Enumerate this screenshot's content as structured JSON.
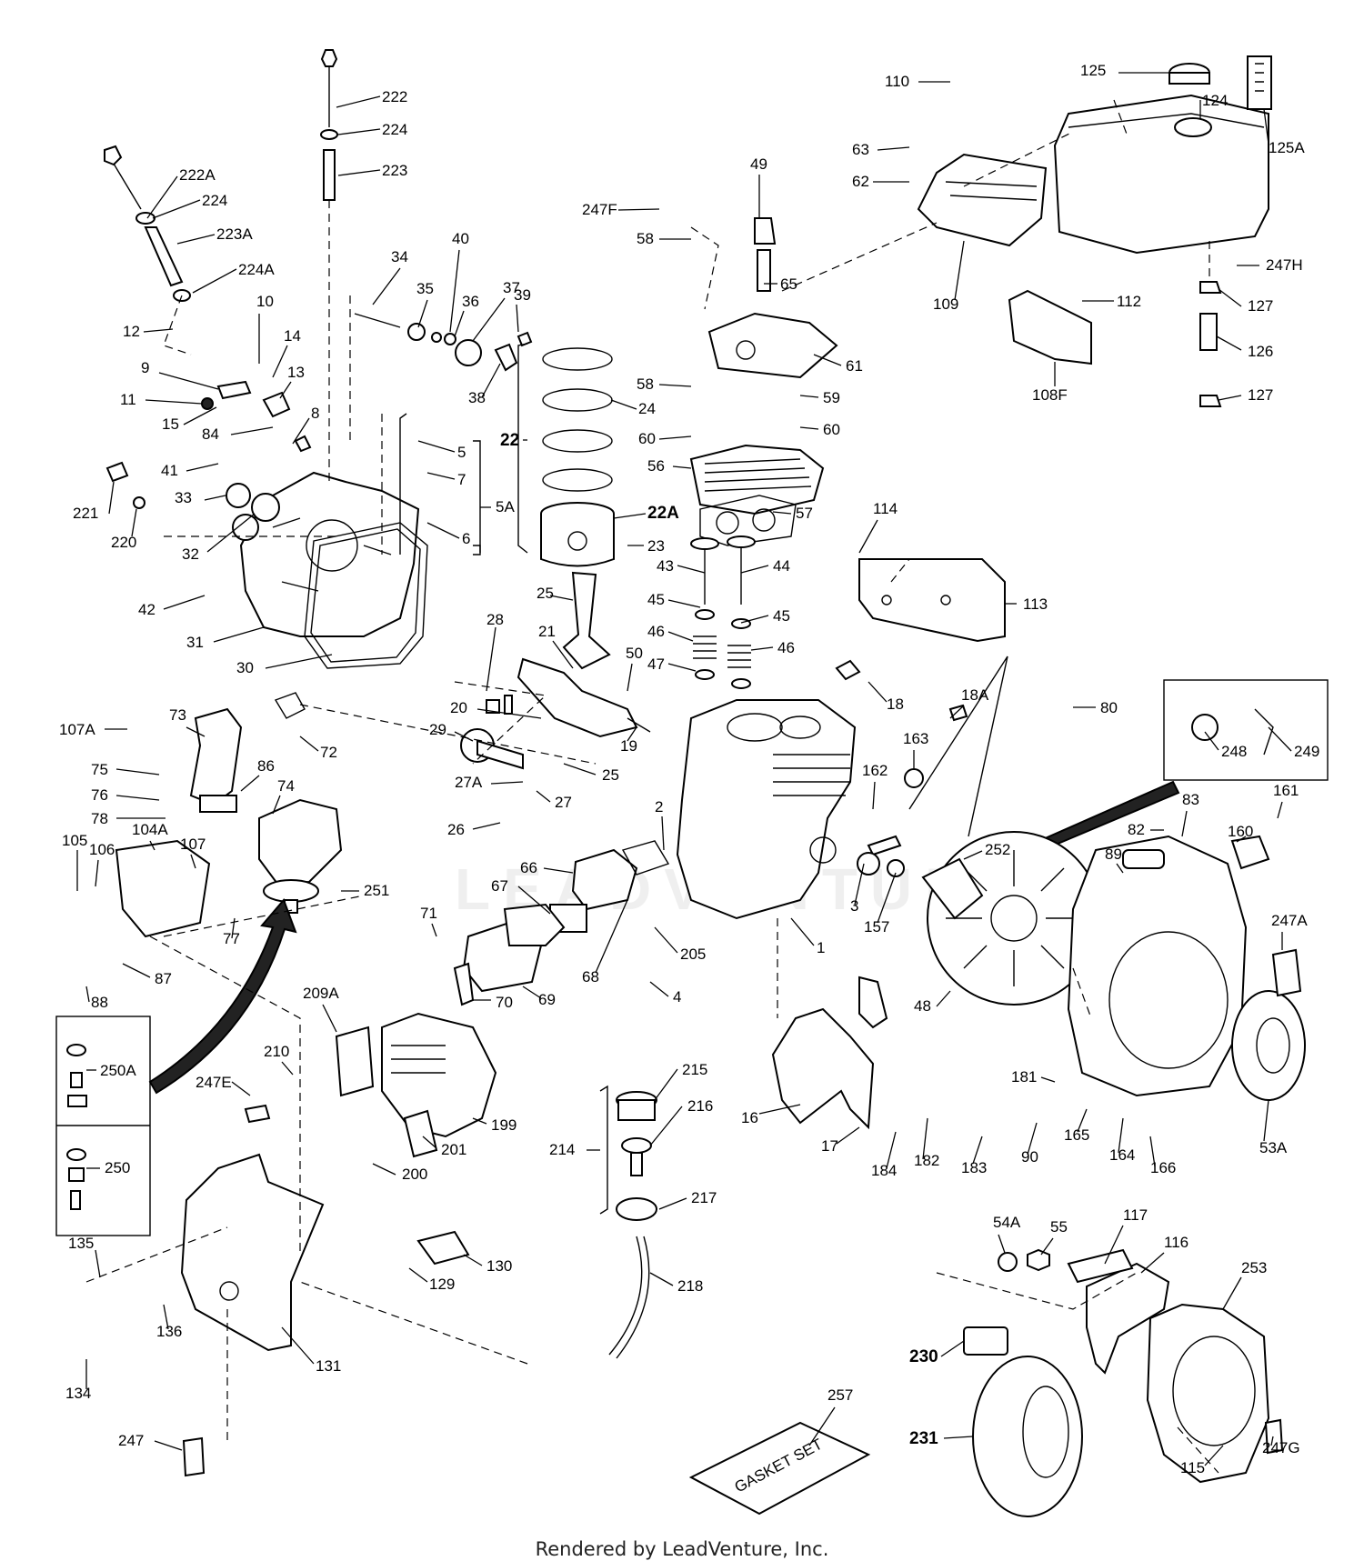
{
  "footer": "Rendered by LeadVenture, Inc.",
  "watermark": "LEADVENTURE",
  "gasket_set_label": "GASKET SET",
  "callouts": [
    {
      "id": "c222",
      "text": "222"
    },
    {
      "id": "c224a",
      "text": "224"
    },
    {
      "id": "c223",
      "text": "223"
    },
    {
      "id": "c222A",
      "text": "222A"
    },
    {
      "id": "c224b",
      "text": "224"
    },
    {
      "id": "c223A",
      "text": "223A"
    },
    {
      "id": "c224A",
      "text": "224A"
    },
    {
      "id": "c10",
      "text": "10"
    },
    {
      "id": "c12",
      "text": "12"
    },
    {
      "id": "c14",
      "text": "14"
    },
    {
      "id": "c9",
      "text": "9"
    },
    {
      "id": "c13",
      "text": "13"
    },
    {
      "id": "c11",
      "text": "11"
    },
    {
      "id": "c15",
      "text": "15"
    },
    {
      "id": "c84",
      "text": "84"
    },
    {
      "id": "c8",
      "text": "8"
    },
    {
      "id": "c41",
      "text": "41"
    },
    {
      "id": "c33",
      "text": "33"
    },
    {
      "id": "c221",
      "text": "221"
    },
    {
      "id": "c220",
      "text": "220"
    },
    {
      "id": "c32",
      "text": "32"
    },
    {
      "id": "c42",
      "text": "42"
    },
    {
      "id": "c31",
      "text": "31"
    },
    {
      "id": "c30",
      "text": "30"
    },
    {
      "id": "c34",
      "text": "34"
    },
    {
      "id": "c40",
      "text": "40"
    },
    {
      "id": "c35",
      "text": "35"
    },
    {
      "id": "c36",
      "text": "36"
    },
    {
      "id": "c37",
      "text": "37"
    },
    {
      "id": "c39",
      "text": "39"
    },
    {
      "id": "c38",
      "text": "38"
    },
    {
      "id": "c5",
      "text": "5"
    },
    {
      "id": "c7",
      "text": "7"
    },
    {
      "id": "c5A",
      "text": "5A"
    },
    {
      "id": "c6",
      "text": "6"
    },
    {
      "id": "c24",
      "text": "24"
    },
    {
      "id": "c22",
      "text": "22"
    },
    {
      "id": "c22A",
      "text": "22A"
    },
    {
      "id": "c23",
      "text": "23"
    },
    {
      "id": "c25a",
      "text": "25"
    },
    {
      "id": "c21",
      "text": "21"
    },
    {
      "id": "c28",
      "text": "28"
    },
    {
      "id": "c50",
      "text": "50"
    },
    {
      "id": "c20",
      "text": "20"
    },
    {
      "id": "c29",
      "text": "29"
    },
    {
      "id": "c19",
      "text": "19"
    },
    {
      "id": "c25b",
      "text": "25"
    },
    {
      "id": "c27A",
      "text": "27A"
    },
    {
      "id": "c27",
      "text": "27"
    },
    {
      "id": "c26",
      "text": "26"
    },
    {
      "id": "c49",
      "text": "49"
    },
    {
      "id": "c247F",
      "text": "247F"
    },
    {
      "id": "c58a",
      "text": "58"
    },
    {
      "id": "c65",
      "text": "65"
    },
    {
      "id": "c61",
      "text": "61"
    },
    {
      "id": "c58b",
      "text": "58"
    },
    {
      "id": "c59",
      "text": "59"
    },
    {
      "id": "c60a",
      "text": "60"
    },
    {
      "id": "c60b",
      "text": "60"
    },
    {
      "id": "c56",
      "text": "56"
    },
    {
      "id": "c57",
      "text": "57"
    },
    {
      "id": "c43",
      "text": "43"
    },
    {
      "id": "c44",
      "text": "44"
    },
    {
      "id": "c45a",
      "text": "45"
    },
    {
      "id": "c45b",
      "text": "45"
    },
    {
      "id": "c46a",
      "text": "46"
    },
    {
      "id": "c46b",
      "text": "46"
    },
    {
      "id": "c47",
      "text": "47"
    },
    {
      "id": "c110",
      "text": "110"
    },
    {
      "id": "c63",
      "text": "63"
    },
    {
      "id": "c62",
      "text": "62"
    },
    {
      "id": "c109",
      "text": "109"
    },
    {
      "id": "c125",
      "text": "125"
    },
    {
      "id": "c124",
      "text": "124"
    },
    {
      "id": "c125A",
      "text": "125A"
    },
    {
      "id": "c247H",
      "text": "247H"
    },
    {
      "id": "c112",
      "text": "112"
    },
    {
      "id": "c127a",
      "text": "127"
    },
    {
      "id": "c126",
      "text": "126"
    },
    {
      "id": "c127b",
      "text": "127"
    },
    {
      "id": "c108F",
      "text": "108F"
    },
    {
      "id": "c114",
      "text": "114"
    },
    {
      "id": "c113",
      "text": "113"
    },
    {
      "id": "c18",
      "text": "18"
    },
    {
      "id": "c18A",
      "text": "18A"
    },
    {
      "id": "c80",
      "text": "80"
    },
    {
      "id": "c248",
      "text": "248"
    },
    {
      "id": "c249",
      "text": "249"
    },
    {
      "id": "c163",
      "text": "163"
    },
    {
      "id": "c162",
      "text": "162"
    },
    {
      "id": "c83",
      "text": "83"
    },
    {
      "id": "c161",
      "text": "161"
    },
    {
      "id": "c82",
      "text": "82"
    },
    {
      "id": "c160",
      "text": "160"
    },
    {
      "id": "c252",
      "text": "252"
    },
    {
      "id": "c89",
      "text": "89"
    },
    {
      "id": "c3",
      "text": "3"
    },
    {
      "id": "c157",
      "text": "157"
    },
    {
      "id": "c1",
      "text": "1"
    },
    {
      "id": "c2",
      "text": "2"
    },
    {
      "id": "c247A",
      "text": "247A"
    },
    {
      "id": "c48",
      "text": "48"
    },
    {
      "id": "c53A",
      "text": "53A"
    },
    {
      "id": "c107A",
      "text": "107A"
    },
    {
      "id": "c73",
      "text": "73"
    },
    {
      "id": "c72",
      "text": "72"
    },
    {
      "id": "c75",
      "text": "75"
    },
    {
      "id": "c86",
      "text": "86"
    },
    {
      "id": "c76",
      "text": "76"
    },
    {
      "id": "c74",
      "text": "74"
    },
    {
      "id": "c78",
      "text": "78"
    },
    {
      "id": "c105",
      "text": "105"
    },
    {
      "id": "c104A",
      "text": "104A"
    },
    {
      "id": "c107",
      "text": "107"
    },
    {
      "id": "c106",
      "text": "106"
    },
    {
      "id": "c251",
      "text": "251"
    },
    {
      "id": "c77",
      "text": "77"
    },
    {
      "id": "c87",
      "text": "87"
    },
    {
      "id": "c88",
      "text": "88"
    },
    {
      "id": "c66",
      "text": "66"
    },
    {
      "id": "c67",
      "text": "67"
    },
    {
      "id": "c71",
      "text": "71"
    },
    {
      "id": "c205",
      "text": "205"
    },
    {
      "id": "c68",
      "text": "68"
    },
    {
      "id": "c4",
      "text": "4"
    },
    {
      "id": "c69",
      "text": "69"
    },
    {
      "id": "c70",
      "text": "70"
    },
    {
      "id": "c250A",
      "text": "250A"
    },
    {
      "id": "c250",
      "text": "250"
    },
    {
      "id": "c209A",
      "text": "209A"
    },
    {
      "id": "c210",
      "text": "210"
    },
    {
      "id": "c247E",
      "text": "247E"
    },
    {
      "id": "c199",
      "text": "199"
    },
    {
      "id": "c201",
      "text": "201"
    },
    {
      "id": "c200",
      "text": "200"
    },
    {
      "id": "c215",
      "text": "215"
    },
    {
      "id": "c216",
      "text": "216"
    },
    {
      "id": "c214",
      "text": "214"
    },
    {
      "id": "c217",
      "text": "217"
    },
    {
      "id": "c218",
      "text": "218"
    },
    {
      "id": "c16",
      "text": "16"
    },
    {
      "id": "c17",
      "text": "17"
    },
    {
      "id": "c181",
      "text": "181"
    },
    {
      "id": "c184",
      "text": "184"
    },
    {
      "id": "c182",
      "text": "182"
    },
    {
      "id": "c183",
      "text": "183"
    },
    {
      "id": "c90",
      "text": "90"
    },
    {
      "id": "c165",
      "text": "165"
    },
    {
      "id": "c164",
      "text": "164"
    },
    {
      "id": "c166",
      "text": "166"
    },
    {
      "id": "c135",
      "text": "135"
    },
    {
      "id": "c136",
      "text": "136"
    },
    {
      "id": "c134",
      "text": "134"
    },
    {
      "id": "c131",
      "text": "131"
    },
    {
      "id": "c247",
      "text": "247"
    },
    {
      "id": "c129",
      "text": "129"
    },
    {
      "id": "c130",
      "text": "130"
    },
    {
      "id": "c54A",
      "text": "54A"
    },
    {
      "id": "c55",
      "text": "55"
    },
    {
      "id": "c117",
      "text": "117"
    },
    {
      "id": "c116",
      "text": "116"
    },
    {
      "id": "c253",
      "text": "253"
    },
    {
      "id": "c230",
      "text": "230"
    },
    {
      "id": "c231",
      "text": "231"
    },
    {
      "id": "c257",
      "text": "257"
    },
    {
      "id": "c115",
      "text": "115"
    },
    {
      "id": "c247G",
      "text": "247G"
    }
  ]
}
